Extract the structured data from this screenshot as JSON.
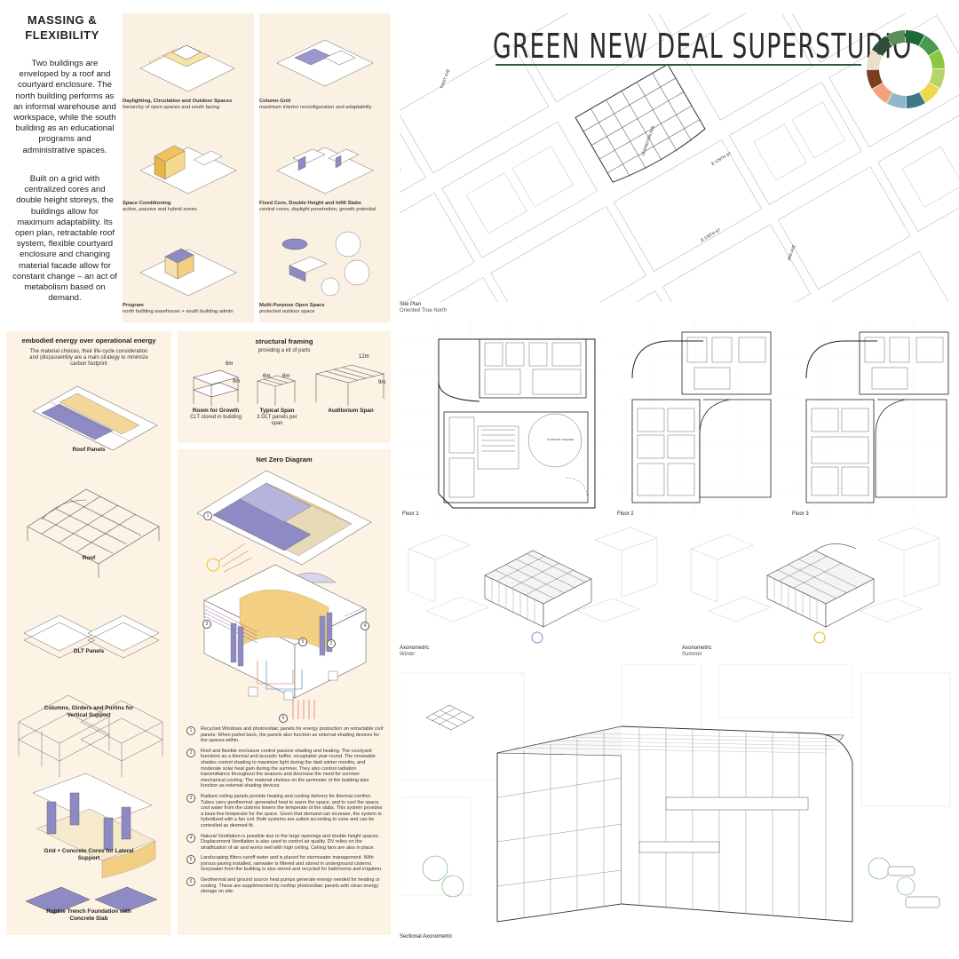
{
  "title": "GREEN NEW DEAL SUPERSTUDIO",
  "massing": {
    "heading": "MASSING & FLEXIBILITY",
    "para1": "Two buildings are enveloped by a roof and courtyard enclosure. The north building performs as an informal warehouse and workspace, while the south building as an educational programs and administrative spaces.",
    "para2": "Built on a grid with centralized cores and double height storeys, the buildings allow for maximum adaptability. Its open plan, retractable roof system, flexible courtyard enclosure and changing material facade allow for constant change – an act of metabolism based on demand.",
    "cells": [
      {
        "title": "Daylighting, Circulation and Outdoor Spaces",
        "sub": "hierarchy of open spaces and south facing"
      },
      {
        "title": "Column Grid",
        "sub": "maximum interior reconfiguration and adaptability"
      },
      {
        "title": "Space Conditioning",
        "sub": "active, passive and hybrid zones"
      },
      {
        "title": "Fixed Core, Double Height and Infill Slabs",
        "sub": "central cores, daylight penetration, growth potential"
      },
      {
        "title": "Program",
        "sub": "north building warehouse + south building admin"
      },
      {
        "title": "Multi-Purpose Open Space",
        "sub": "protected outdoor space"
      }
    ]
  },
  "embodied": {
    "title": "embodied energy over operational energy",
    "sub": "The material choices, their life-cycle consideration and (dis)assembly are a main strategy to minimize carbon footprint",
    "labels": [
      "Roof Panels",
      "Roof",
      "DLT Panels",
      "Columns, Girders and Purlins for Vertical Support",
      "Grid + Concrete Cores for Lateral Support",
      "Rubble Trench Foundation with Concrete Slab"
    ]
  },
  "structural": {
    "title": "structural framing",
    "sub": "providing a kit of parts",
    "items": [
      {
        "name": "Room for Growth",
        "desc": "CLT stored in building",
        "dims": [
          "6m",
          "9m"
        ]
      },
      {
        "name": "Typical Span",
        "desc": "3 DLT panels per span",
        "dims": [
          "6m",
          "6m"
        ]
      },
      {
        "name": "Auditorium Span",
        "desc": "",
        "dims": [
          "12m",
          "9m"
        ]
      }
    ]
  },
  "netzero": {
    "title": "Net Zero Diagram",
    "callouts": [
      "1",
      "2",
      "3",
      "4",
      "5",
      "6"
    ],
    "notes": [
      {
        "n": "1",
        "text": "Recycled Windows and photovoltaic panels for energy production on retractable roof panels. When pulled back, the panels also function as external shading devices for the spaces within."
      },
      {
        "n": "2",
        "text": "Roof and flexible enclosure control passive shading and heating. The courtyard functions as a thermal and acoustic buffer, occupiable year-round. The moveable shades control shading to maximize light during the dark winter months, and moderate solar heat gain during the summer. They also control radiation transmittance throughout the seasons and decrease the need for summer mechanical cooling. The material shelves on the perimeter of the building also function as external shading devices."
      },
      {
        "n": "3",
        "text": "Radiant ceiling panels provide heating and cooling delivery for thermal comfort. Tubes carry geothermal- generated heat to warm the space, and to cool the space, cool water from the cisterns lowers the temperate of the slabs. This system provides a base line temperate for the space. Given that demand can increase, the system is hybridized with a fan coil. Both systems are suited according to zone and can be controlled as deemed fit."
      },
      {
        "n": "4",
        "text": "Natural Ventilation is possible due to the large openings and double height spaces. Displacement Ventilation is also used to control air quality. DV relies on the stratification of air and works well with high ceiling. Ceiling fans are also in place."
      },
      {
        "n": "5",
        "text": "Landscaping filters runoff water and is placed for stormwater management. With porous paving installed, rainwater is filtered and stored in underground cisterns. Greywater from the building is also stored and recycled for bathrooms and irrigation."
      },
      {
        "n": "6",
        "text": "Geothermal and ground source heat pumps generate energy needed for heating or cooling. These are supplemented by rooftop photovoltaic panels with clean energy storage on site."
      }
    ]
  },
  "site": {
    "caption": "Site Plan",
    "sub": "Oriented True North",
    "streets": [
      "FIRST AVE",
      "LEXINGTON AVE",
      "E 129TH ST",
      "E 128TH ST",
      "3RD AVE"
    ]
  },
  "plans": [
    {
      "label": "Floor 1",
      "plan_text": "OUTDOOR THEATER"
    },
    {
      "label": "Floor 2"
    },
    {
      "label": "Floor 3"
    }
  ],
  "axos": [
    {
      "label": "Axonometric",
      "sub": "Winter"
    },
    {
      "label": "Axonometric",
      "sub": "Summer"
    }
  ],
  "section": {
    "label": "Sectional Axonometric"
  },
  "colors": {
    "cream": "#fbf1e2",
    "purple": "#8e8bc4",
    "yellow": "#f3cf83",
    "green": "#2f6b3a",
    "title_rule": "#2f5a3a"
  },
  "ring_colors": [
    "#1e6b3a",
    "#4a9a4e",
    "#8dc63f",
    "#b5d56a",
    "#f0d84a",
    "#3c7a8a",
    "#8fb8c8",
    "#f3a37a",
    "#7a3d1e",
    "#e8e0c8",
    "#2f4f3a",
    "#5a8f5a"
  ]
}
